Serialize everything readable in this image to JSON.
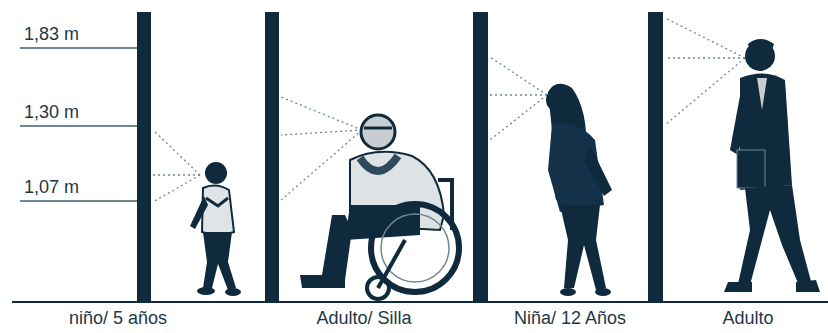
{
  "diagram": {
    "labels": [
      "1,83 m",
      "1,30 m",
      "1,07 m",
      "niño/ 5 años",
      "Adulto/ Silla",
      "Niña/ 12 Años",
      "Adulto"
    ]
  }
}
